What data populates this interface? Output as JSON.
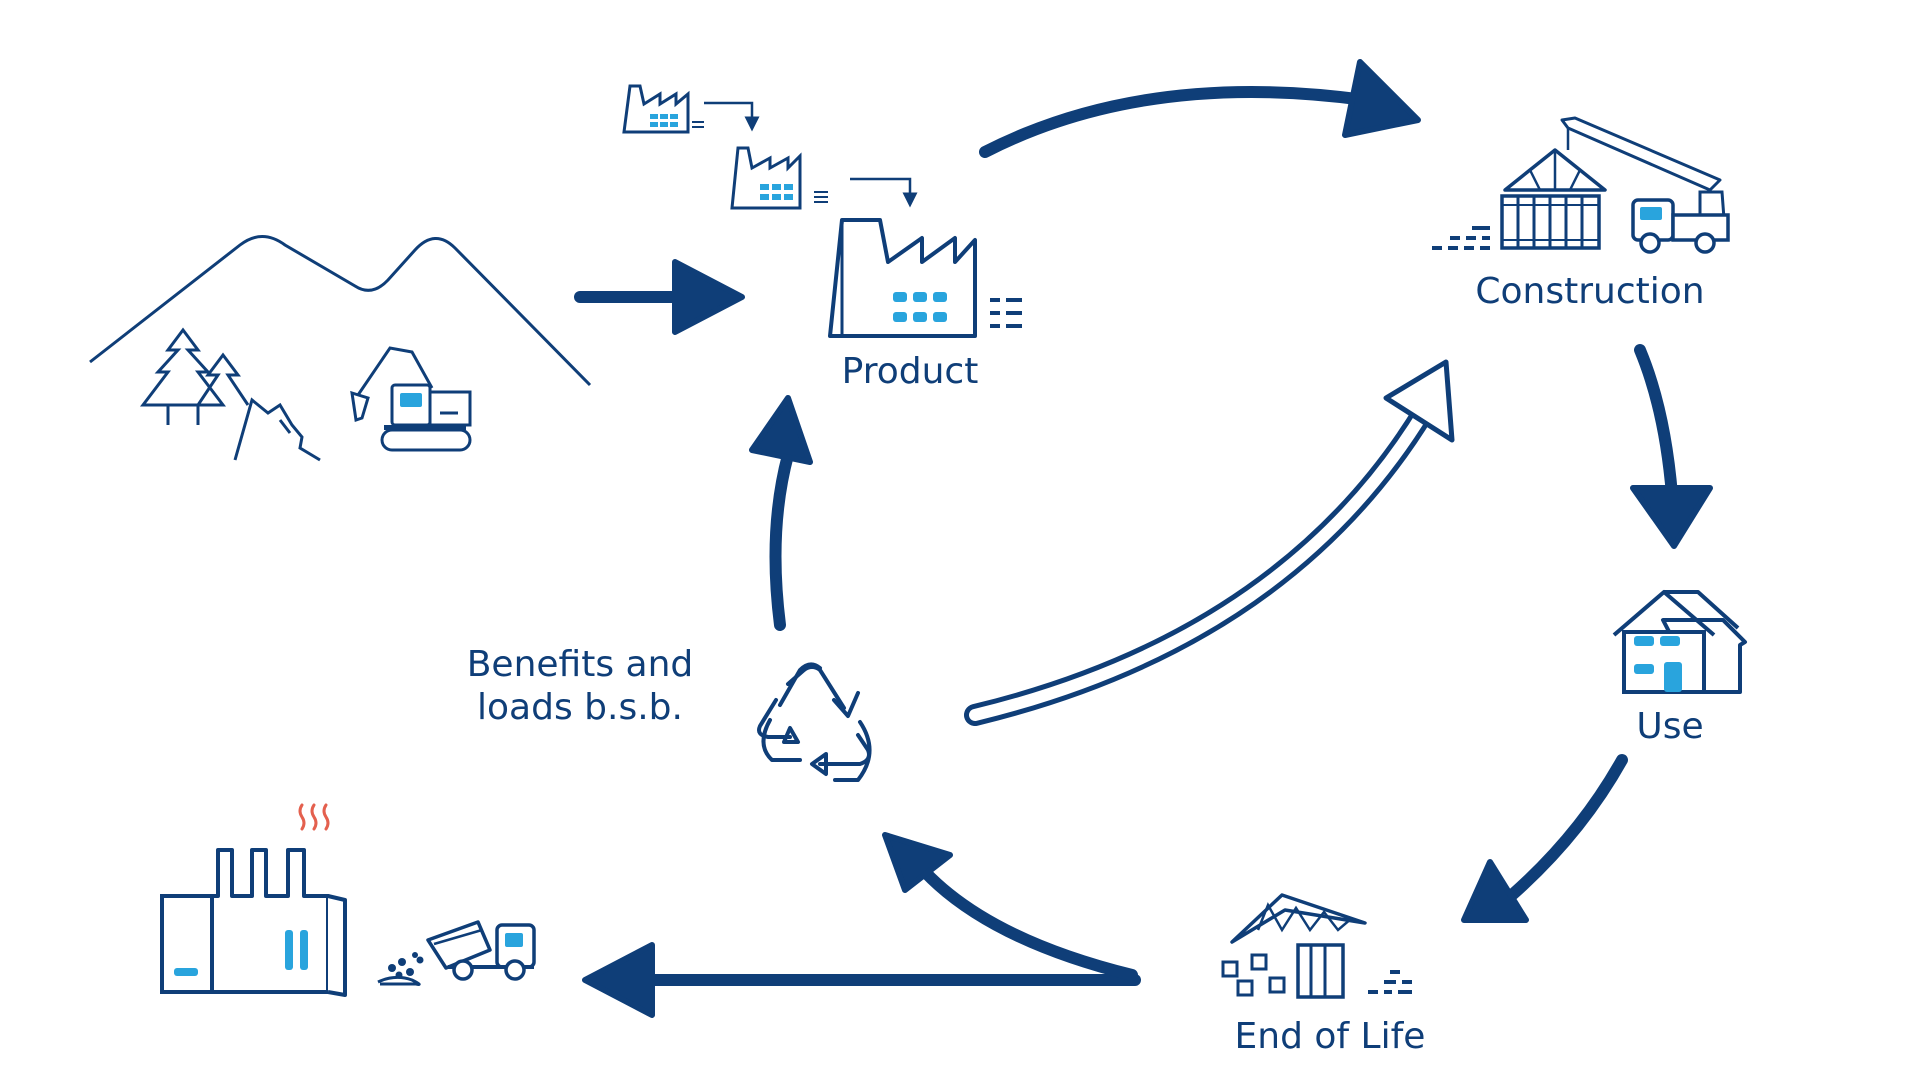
{
  "diagram": {
    "labels": {
      "product": "Product",
      "construction": "Construction",
      "use": "Use",
      "end_of_life": "End of Life",
      "benefits_line1": "Benefits and",
      "benefits_line2": "loads b.s.b."
    },
    "colors": {
      "primary": "#0f3e78",
      "accent": "#29a4dd",
      "heat": "#e4604e",
      "background": "#ffffff"
    },
    "icons": [
      "mountain-icon",
      "trees-icon",
      "rock-icon",
      "excavator-icon",
      "factory-icon",
      "construction-crane-icon",
      "house-icon",
      "demolition-icon",
      "recycle-icon",
      "incinerator-icon",
      "dump-truck-icon"
    ]
  }
}
